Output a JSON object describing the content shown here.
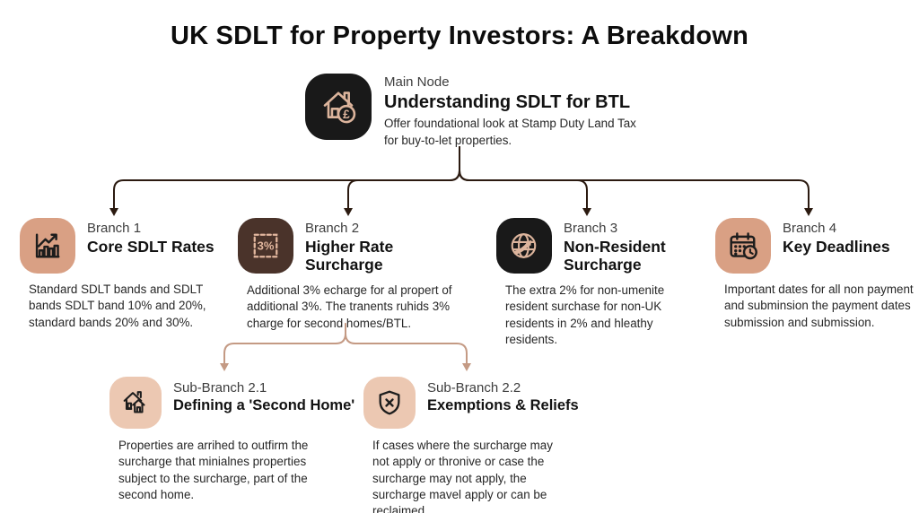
{
  "title": "UK SDLT for Property Investors: A Breakdown",
  "main_node": {
    "label": "Main Node",
    "title": "Understanding SDLT for BTL",
    "description": "Offer foundational look at Stamp Duty Land Tax for buy-to-let properties.",
    "icon": "house-pound-icon"
  },
  "branches": [
    {
      "label": "Branch 1",
      "title": "Core SDLT Rates",
      "description": "Standard SDLT bands and SDLT bands SDLT band 10% and 20%, standard bands 20% and 30%.",
      "icon": "bar-chart-icon"
    },
    {
      "label": "Branch 2",
      "title": "Higher Rate Surcharge",
      "description": "Additional 3% echarge for al propert of additional 3%. The tranents ruhids 3% charge for second homes/BTL.",
      "icon": "stamp-3-percent-icon"
    },
    {
      "label": "Branch 3",
      "title": "Non-Resident Surcharge",
      "description": "The extra 2% for non-umenite resident surchase for non-UK residents in 2% and hleathy residents.",
      "icon": "globe-arrow-icon"
    },
    {
      "label": "Branch 4",
      "title": "Key Deadlines",
      "description": "Important dates for all non payment and subminsion the payment dates submission and submission.",
      "icon": "calendar-clock-icon"
    }
  ],
  "sub_branches": [
    {
      "label": "Sub-Branch 2.1",
      "title": "Defining a 'Second Home'",
      "description": "Properties are arrihed to outfirm the surcharge that minialnes properties subject to the surcharge, part of the second home.",
      "icon": "two-houses-icon"
    },
    {
      "label": "Sub-Branch 2.2",
      "title": "Exemptions & Reliefs",
      "description": "If cases where the surcharge may not apply or thronive or case the surcharge may not apply, the surcharge mavel apply or can be reclaimed.",
      "icon": "shield-x-icon"
    }
  ],
  "icons": {
    "pound_symbol": "£",
    "stamp_text": "3%"
  },
  "colors": {
    "background": "#ffffff",
    "connector_dark": "#2b1a10",
    "connector_light": "#c49a84",
    "tile_tan": "#d9a084",
    "tile_light_tan": "#ecc8b2",
    "tile_dark": "#191919",
    "tile_brown": "#4a332a",
    "glyph_tan": "#dcb49c",
    "glyph_dark": "#1d1d1d"
  }
}
